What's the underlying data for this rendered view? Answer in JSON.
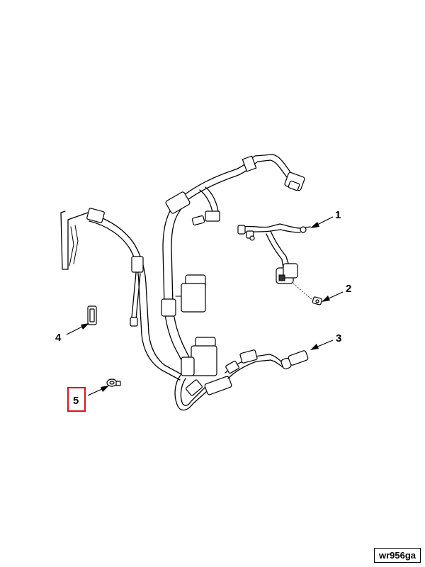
{
  "callouts": [
    {
      "id": "1",
      "label": "1",
      "highlighted": false
    },
    {
      "id": "2",
      "label": "2",
      "highlighted": false
    },
    {
      "id": "3",
      "label": "3",
      "highlighted": false
    },
    {
      "id": "4",
      "label": "4",
      "highlighted": false
    },
    {
      "id": "5",
      "label": "5",
      "highlighted": true
    }
  ],
  "drawing_code": "wr956ga",
  "colors": {
    "line": "#000000",
    "highlight": "#e0101a",
    "background": "#ffffff"
  }
}
